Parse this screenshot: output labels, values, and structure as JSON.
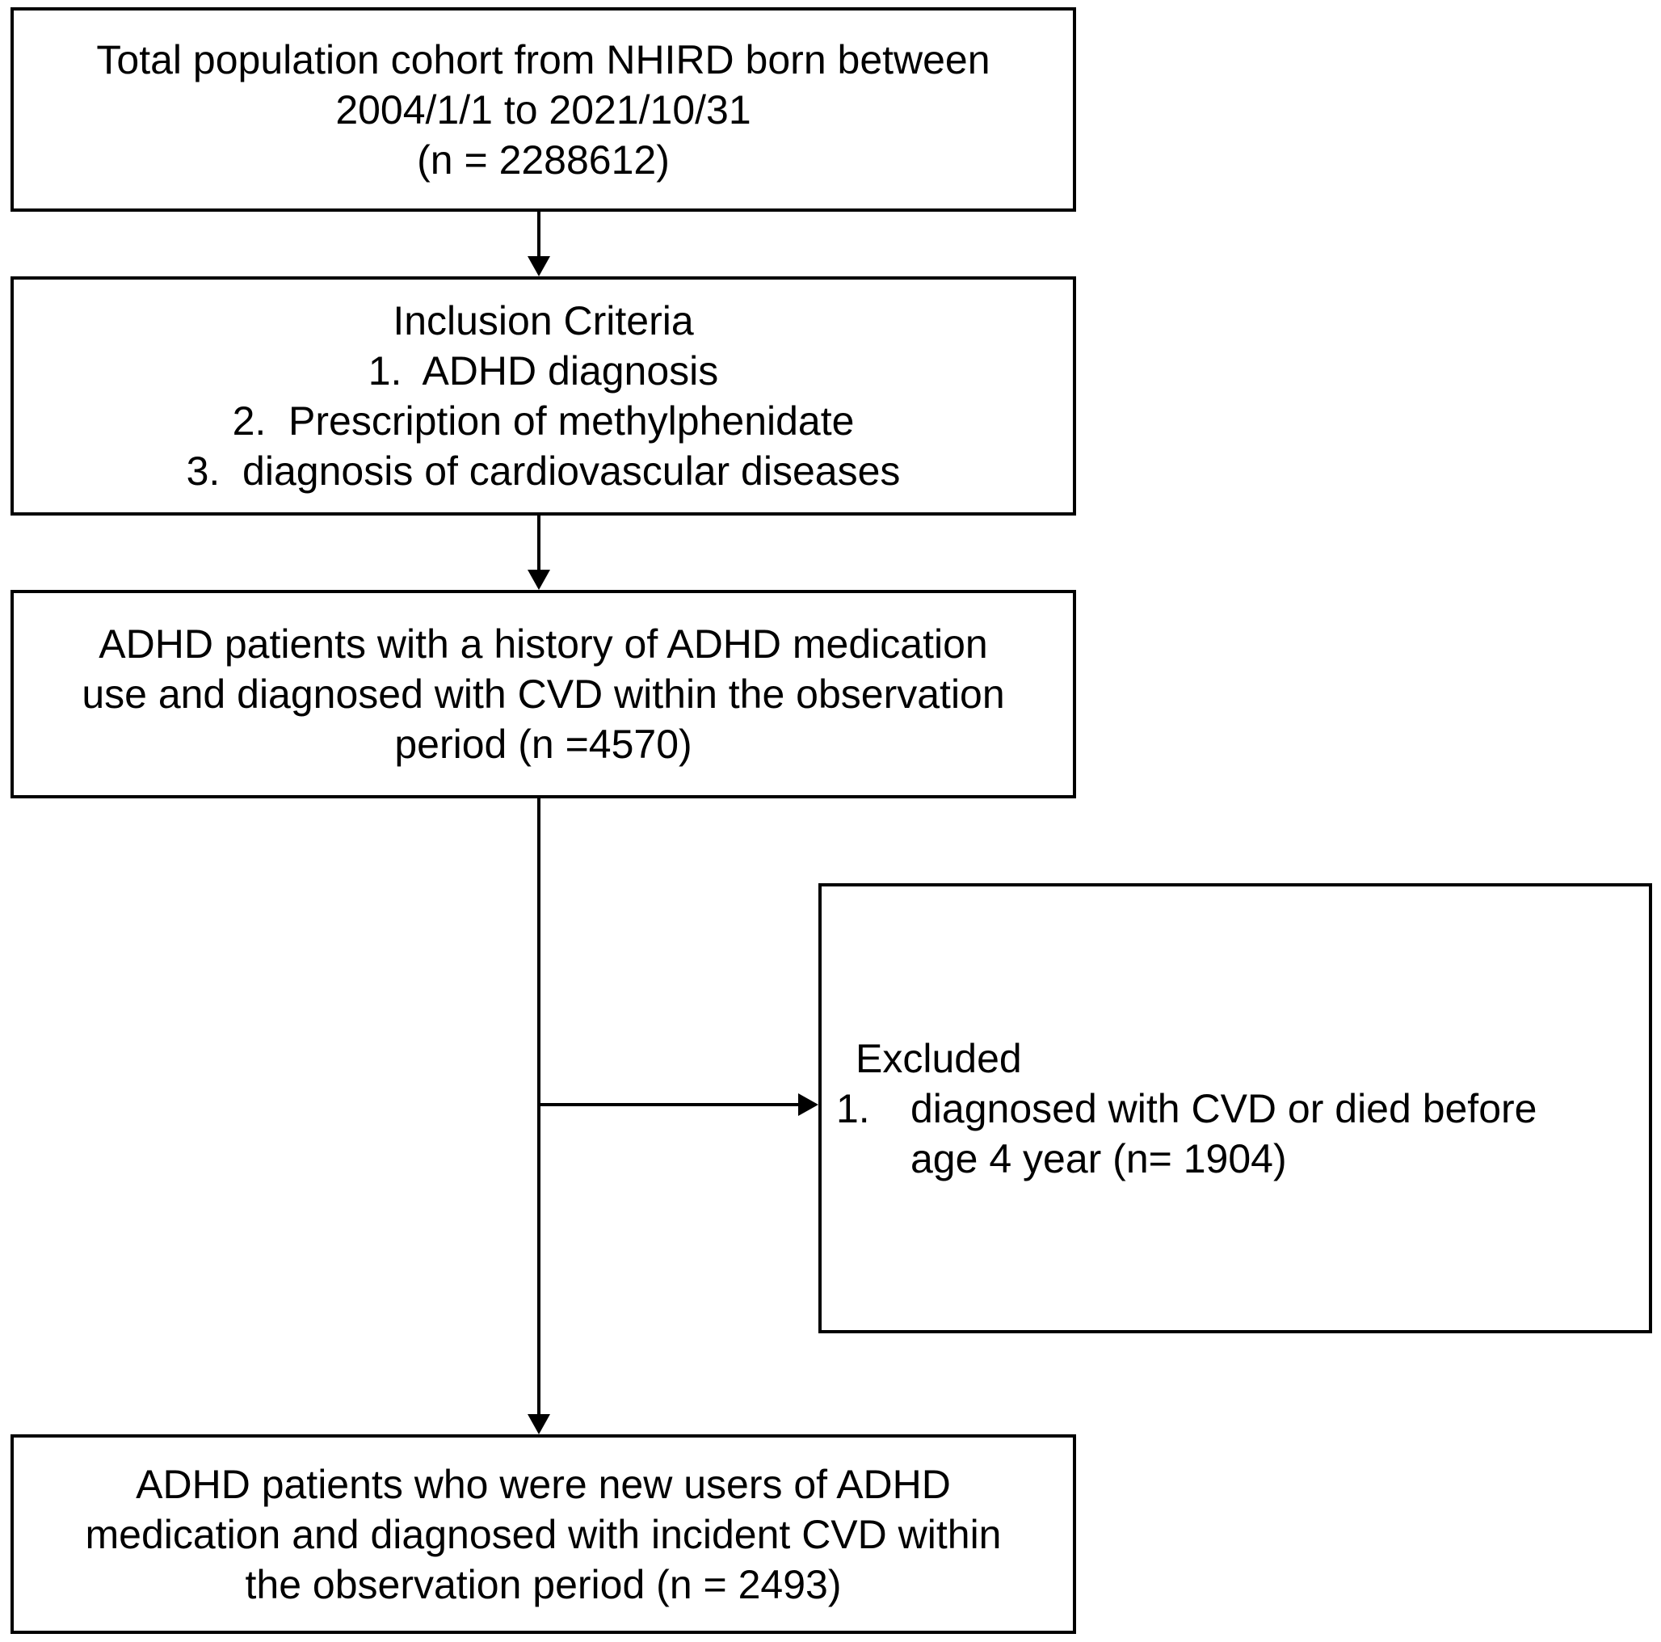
{
  "colors": {
    "background": "#ffffff",
    "border": "#000000",
    "text": "#000000"
  },
  "diagram": {
    "box_total": {
      "lines": [
        "Total population cohort from NHIRD born between",
        "2004/1/1 to 2021/10/31",
        "(n = 2288612)"
      ],
      "n": 2288612
    },
    "box_inclusion": {
      "lines": [
        "Inclusion Criteria",
        "1.  ADHD diagnosis",
        "2.  Prescription of methylphenidate",
        "3.  diagnosis of cardiovascular diseases"
      ]
    },
    "box_history": {
      "lines": [
        "ADHD patients with a history of ADHD medication",
        "use and diagnosed with CVD within the observation",
        "period (n =4570)"
      ],
      "n": 4570
    },
    "box_excluded": {
      "heading": "Excluded",
      "item_number": "1.",
      "item_lines": [
        "diagnosed with CVD or died before",
        "age 4 year (n= 1904)"
      ],
      "n": 1904
    },
    "box_final": {
      "lines": [
        "ADHD patients who were new users of ADHD",
        "medication and diagnosed with incident CVD within",
        "the observation period (n = 2493)"
      ],
      "n": 2493
    }
  }
}
